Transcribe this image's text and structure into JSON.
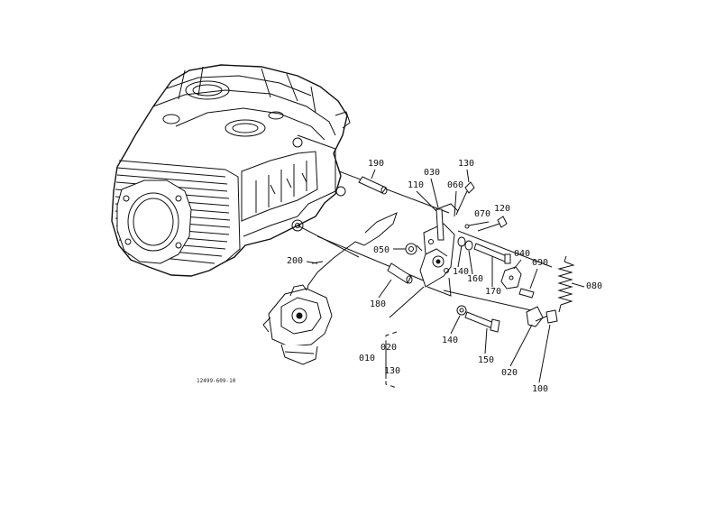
{
  "labels": {
    "p010": "010",
    "p020": "020",
    "p030": "030",
    "p040": "040",
    "p050": "050",
    "p060": "060",
    "p070": "070",
    "p080": "080",
    "p090": "090",
    "p100": "100",
    "p110": "110",
    "p120": "120",
    "p130": "130",
    "p140a": "140",
    "p140b": "140",
    "p150": "150",
    "p160": "160",
    "p170": "170",
    "p180": "180",
    "p190": "190",
    "p200": "200",
    "range_start": "020",
    "range_end": "130"
  },
  "reference_code": "12499-609-10"
}
